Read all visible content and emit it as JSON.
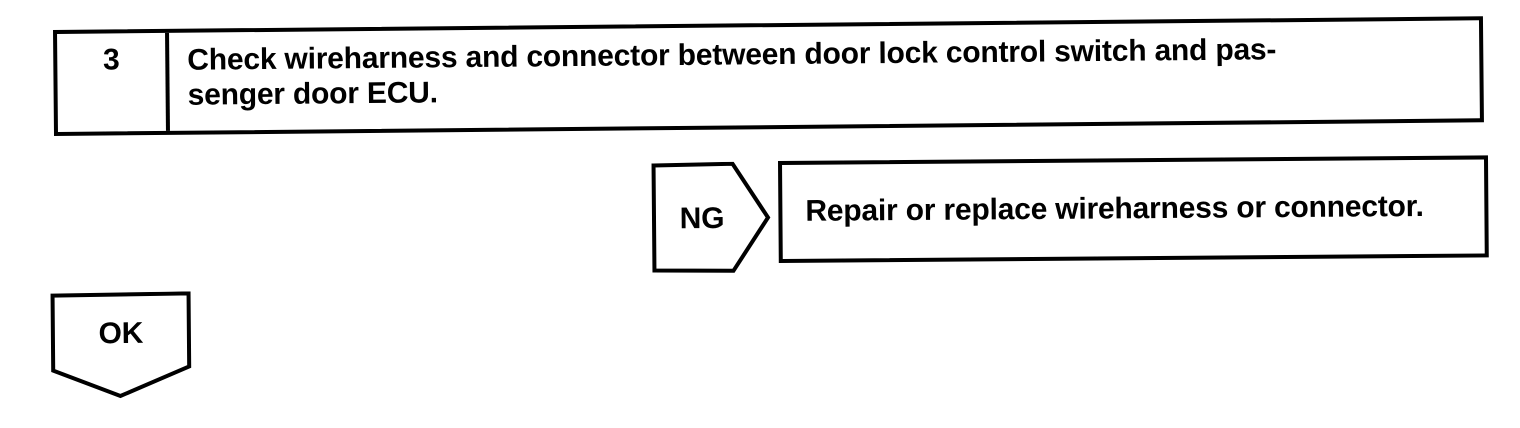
{
  "page": {
    "background_color": "#ffffff",
    "ink_color": "#000000"
  },
  "step": {
    "number": "3",
    "instruction_line1": "Check wireharness and connector between door lock control switch and pas-",
    "instruction_line2": "senger door ECU."
  },
  "ng_branch": {
    "label": "NG",
    "action": "Repair or replace wireharness or connector."
  },
  "ok_branch": {
    "label": "OK"
  }
}
